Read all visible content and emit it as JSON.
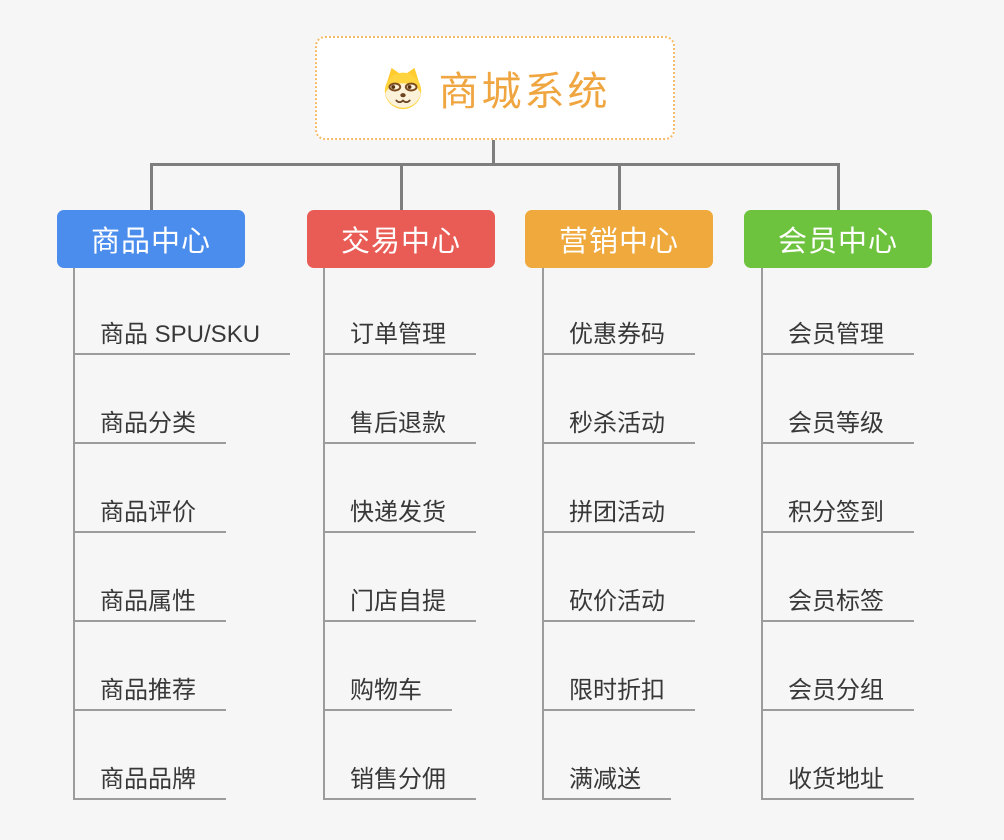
{
  "root": {
    "title": "商城系统",
    "icon": "doge-icon"
  },
  "branches": [
    {
      "label": "商品中心",
      "color": "#4B8DEC",
      "items": [
        "商品 SPU/SKU",
        "商品分类",
        "商品评价",
        "商品属性",
        "商品推荐",
        "商品品牌"
      ]
    },
    {
      "label": "交易中心",
      "color": "#E95C55",
      "items": [
        "订单管理",
        "售后退款",
        "快递发货",
        "门店自提",
        "购物车",
        "销售分佣"
      ]
    },
    {
      "label": "营销中心",
      "color": "#EFA93C",
      "items": [
        "优惠券码",
        "秒杀活动",
        "拼团活动",
        "砍价活动",
        "限时折扣",
        "满减送"
      ]
    },
    {
      "label": "会员中心",
      "color": "#6DC23E",
      "items": [
        "会员管理",
        "会员等级",
        "积分签到",
        "会员标签",
        "会员分组",
        "收货地址"
      ]
    }
  ],
  "colors": {
    "background": "#F6F6F6",
    "connector": "#7E7E7E",
    "branch_line": "#9C9C9C",
    "root_border": "#F5BC68",
    "root_text": "#F0A640",
    "item_text": "#383838"
  }
}
